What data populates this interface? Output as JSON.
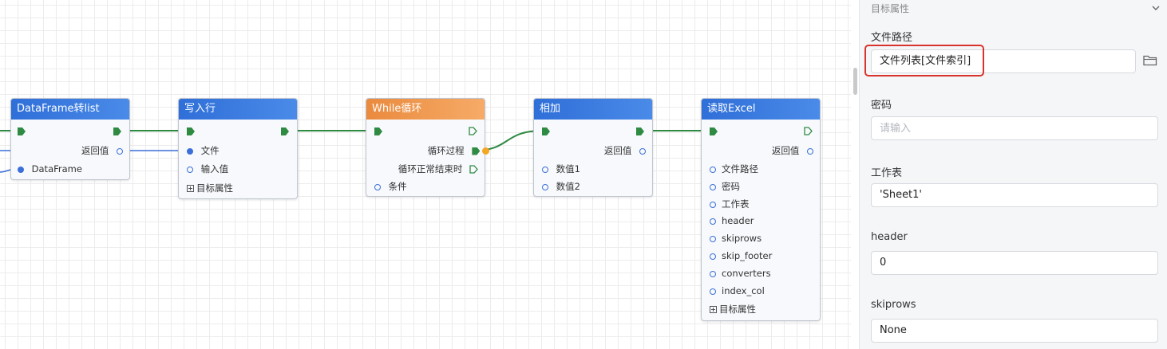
{
  "nodes": {
    "df_to_list": {
      "title": "DataFrame转list",
      "return_label": "返回值",
      "input_label": "DataFrame"
    },
    "write_row": {
      "title": "写入行",
      "params": [
        "文件",
        "输入值"
      ],
      "target_props": "目标属性"
    },
    "while_loop": {
      "title": "While循环",
      "loop_process": "循环过程",
      "loop_end": "循环正常结束时",
      "condition": "条件"
    },
    "add": {
      "title": "相加",
      "return_label": "返回值",
      "params": [
        "数值1",
        "数值2"
      ]
    },
    "read_excel": {
      "title": "读取Excel",
      "return_label": "返回值",
      "params": [
        "文件路径",
        "密码",
        "工作表",
        "header",
        "skiprows",
        "skip_footer",
        "converters",
        "index_col"
      ],
      "target_props": "目标属性"
    }
  },
  "panel": {
    "section_title": "目标属性",
    "fields": {
      "file_path": {
        "label": "文件路径",
        "value": "文件列表[文件索引]"
      },
      "password": {
        "label": "密码",
        "placeholder": "请输入"
      },
      "sheet": {
        "label": "工作表",
        "value": "'Sheet1'"
      },
      "header": {
        "label": "header",
        "value": "0"
      },
      "skiprows": {
        "label": "skiprows",
        "value": "None"
      }
    }
  },
  "colors": {
    "node_header_blue": "#2f6fd8",
    "node_header_orange": "#ea8a3e",
    "flow_wire": "#2f8a42",
    "data_wire": "#3b6fd9",
    "highlight_box": "#d9342b"
  }
}
